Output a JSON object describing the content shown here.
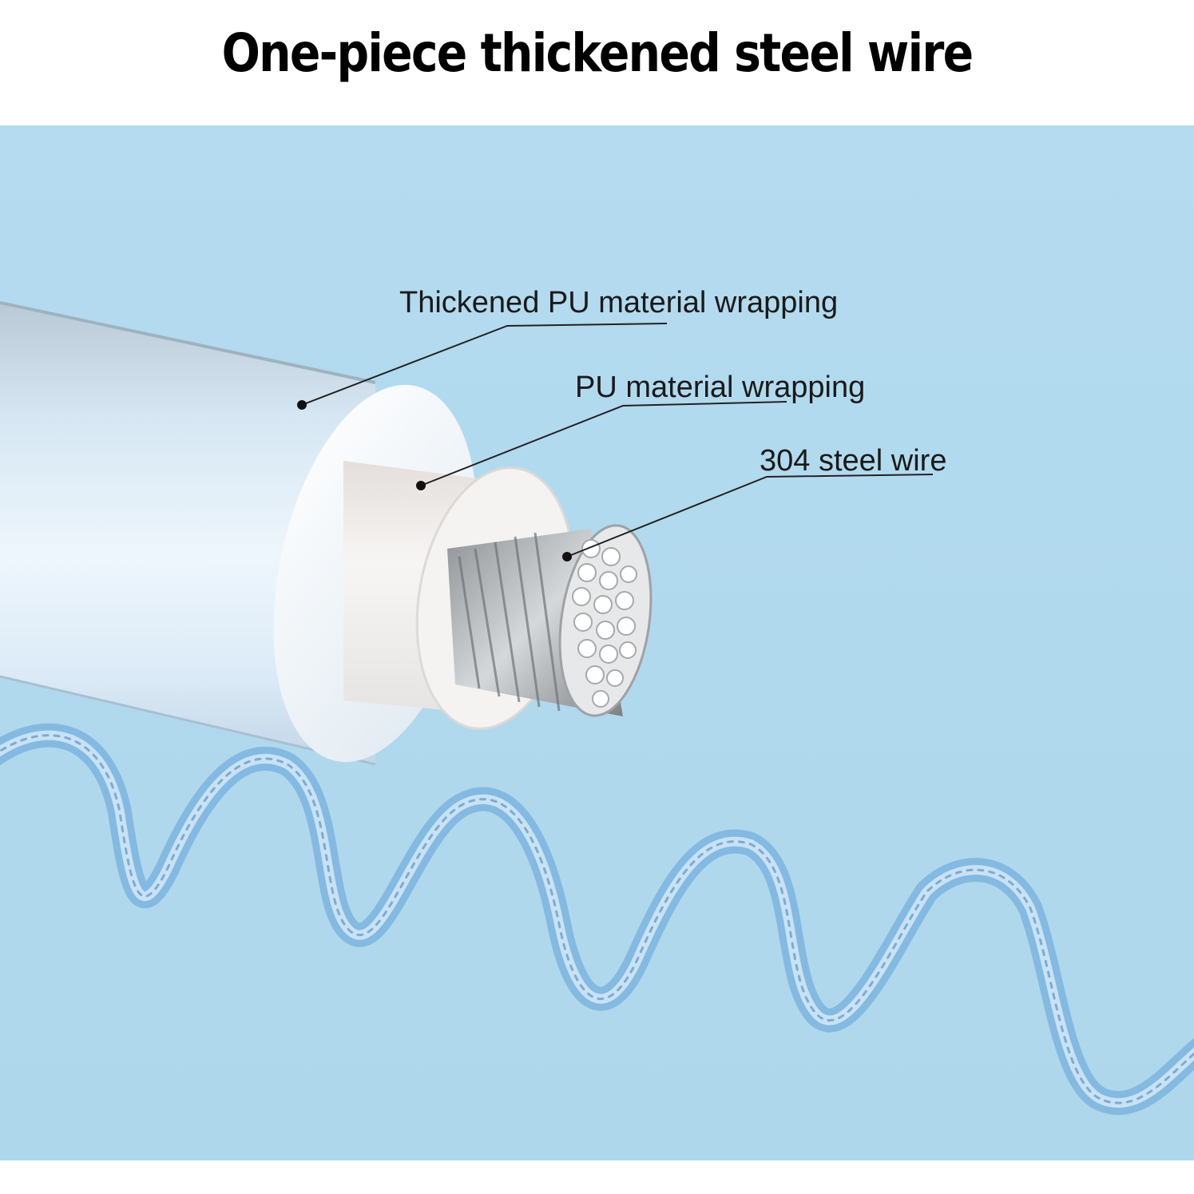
{
  "title": "One-piece thickened steel wire",
  "labels": {
    "outer_layer": "Thickened PU material wrapping",
    "inner_layer": "PU material wrapping",
    "core": "304 steel wire"
  },
  "colors": {
    "background_panel": "#b2daee",
    "outer_jacket": "#d9ecf8",
    "inner_jacket": "#f2f1f1",
    "steel": "#b9bcc0",
    "spring": "#7fb6e0",
    "leader_line": "#222222"
  }
}
